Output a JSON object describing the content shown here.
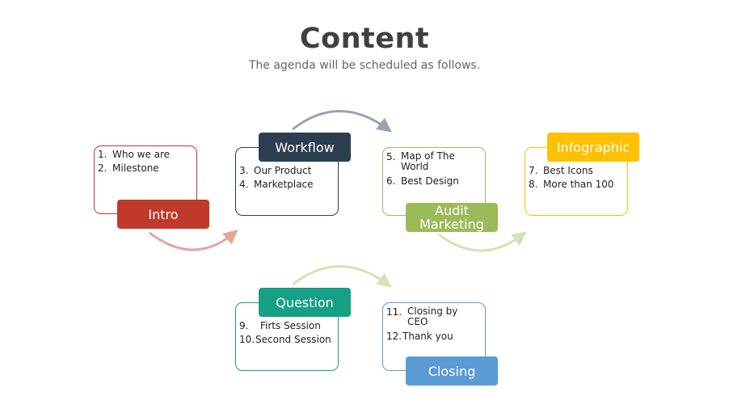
{
  "header": {
    "title": "Content",
    "subtitle": "The agenda will be scheduled as follows."
  },
  "stages": [
    {
      "label": "Intro",
      "color": "#c0392b",
      "items": [
        {
          "num": "1.",
          "text": "Who we are"
        },
        {
          "num": "2.",
          "text": "Milestone"
        }
      ]
    },
    {
      "label": "Workflow",
      "color": "#2c3e50",
      "items": [
        {
          "num": "3.",
          "text": "Our Product"
        },
        {
          "num": "4.",
          "text": "Marketplace"
        }
      ]
    },
    {
      "label": "Audit Marketing",
      "color": "#9bbb59",
      "items": [
        {
          "num": "5.",
          "text": "Map of The World"
        },
        {
          "num": "6.",
          "text": "Best Design"
        }
      ]
    },
    {
      "label": "Infographic",
      "color": "#ffc000",
      "items": [
        {
          "num": "7.",
          "text": "Best Icons"
        },
        {
          "num": "8.",
          "text": "More than 100"
        }
      ]
    },
    {
      "label": "Question",
      "color": "#16a085",
      "items": [
        {
          "num": "9.",
          "text": "Firts Session"
        },
        {
          "num": "10.",
          "text": "Second Session"
        }
      ]
    },
    {
      "label": "Closing",
      "color": "#5b9bd5",
      "items": [
        {
          "num": "11.",
          "text": "Closing by CEO"
        },
        {
          "num": "12.",
          "text": "Thank you"
        }
      ]
    }
  ],
  "arrow_colors": {
    "intro_to_workflow": "#e6a59c",
    "workflow_to_audit": "#99a3ad",
    "audit_to_infographic": "#d4e3b5",
    "question_to_closing": "#d4e3b5"
  }
}
